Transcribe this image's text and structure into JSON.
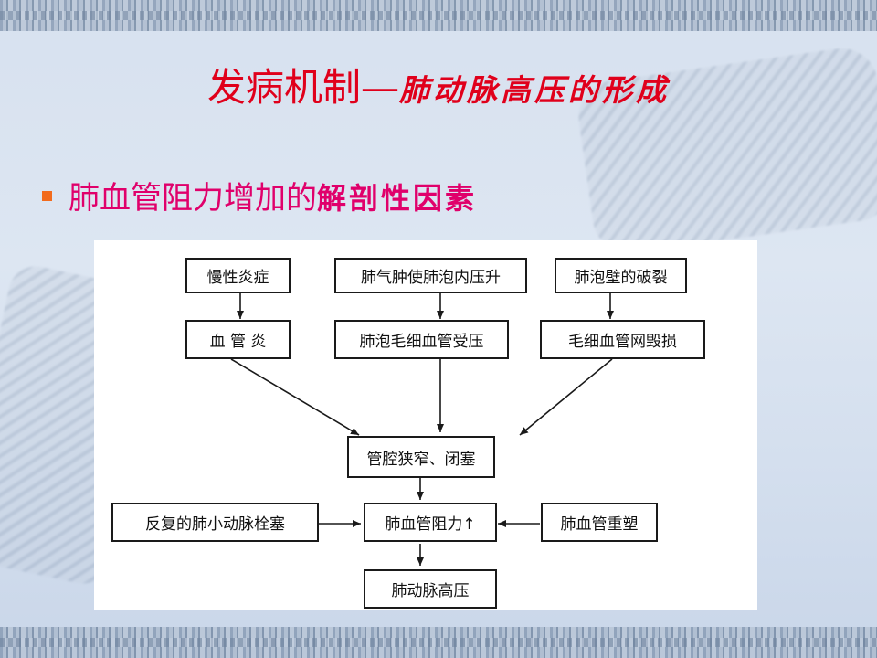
{
  "title": {
    "main": "发病机制—",
    "sub": "肺动脉高压的形成"
  },
  "bullet": {
    "lead": "肺血管阻力增加的",
    "emphasis": "解剖性因素"
  },
  "flowchart": {
    "nodes": {
      "inflammation": "慢性炎症",
      "emphysema": "肺气肿使肺泡内压升",
      "rupture": "肺泡壁的破裂",
      "vasculitis": "血 管 炎",
      "compressed": "肺泡毛细血管受压",
      "destroyed": "毛细血管网毁损",
      "narrowing": "管腔狭窄、闭塞",
      "embolism": "反复的肺小动脉栓塞",
      "resistance": "肺血管阻力↑",
      "remodeling": "肺血管重塑",
      "hypertension": "肺动脉高压"
    }
  },
  "colors": {
    "title": "#e0001b",
    "bullet_text": "#e0006b",
    "bullet_mark": "#f26b1d"
  }
}
